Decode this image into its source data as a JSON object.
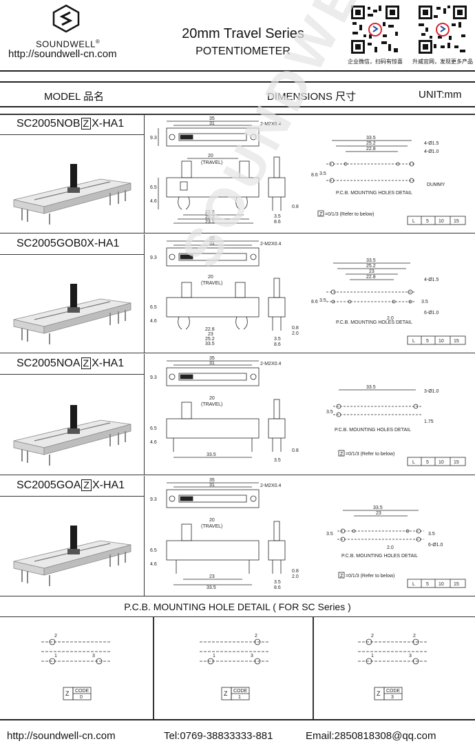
{
  "header": {
    "brand": "SOUNDWELL",
    "registered": "®",
    "url": "http://soundwell-cn.com",
    "title": "20mm Travel Series",
    "subtitle": "POTENTIOMETER",
    "qr_left_caption": "企业微信，扫码有惊喜",
    "qr_right_caption": "升威官网，发现更多产品"
  },
  "table_header": {
    "model": "MODEL 品名",
    "dimensions": "DIMENSIONS 尺寸",
    "unit": "UNIT:mm"
  },
  "rows": [
    {
      "name_pre": "SC2005NOB",
      "name_box": "Z",
      "name_post": "X-HA1"
    },
    {
      "name_pre": "SC2005GOB0X-HA1",
      "name_box": "",
      "name_post": ""
    },
    {
      "name_pre": "SC2005NOA",
      "name_box": "Z",
      "name_post": "X-HA1"
    },
    {
      "name_pre": "SC2005GOA",
      "name_box": "Z",
      "name_post": "X-HA1"
    }
  ],
  "drawing_labels": {
    "d35": "35",
    "d31": "31",
    "m2": "2-M2X0.4",
    "d20": "20",
    "travel": "(TRAVEL)",
    "d93": "9.3",
    "d65": "6.5",
    "d46": "4.6",
    "d08": "0.8",
    "d20b": "2.0",
    "d228": "22.8",
    "d252": "25.2",
    "d235": "23.5",
    "d23": "23",
    "d335": "33.5",
    "d35s": "3.5",
    "d86": "8.6",
    "d86v": "8.6",
    "d175": "1.75",
    "h15": "4-Ø1.5",
    "h10": "4-Ø1.0",
    "h310": "3-Ø1.0",
    "h610": "6-Ø1.0",
    "dummy": "DUMMY",
    "pcb": "P.C.B. MOUNTING HOLES DETAIL",
    "zref_box": "Z",
    "zref": "=0/1/3  (Refer to below)",
    "L": "L",
    "L5": "5",
    "L10": "10",
    "L15": "15",
    "n1": "1",
    "n2": "2",
    "n3": "3",
    "wm": "SOUNDWELL"
  },
  "pcb_detail": {
    "title": "P.C.B. MOUNTING HOLE DETAIL   ( FOR SC Series )",
    "code_label": "CODE",
    "z": "Z",
    "codes": [
      "0",
      "1",
      "3"
    ]
  },
  "footer": {
    "url": "http://soundwell-cn.com",
    "tel": "Tel:0769-38833333-881",
    "email": "Email:2850818308@qq.com"
  },
  "colors": {
    "line": "#222222",
    "accent_red": "#d9262c",
    "accent_blue": "#1f4ea0"
  }
}
